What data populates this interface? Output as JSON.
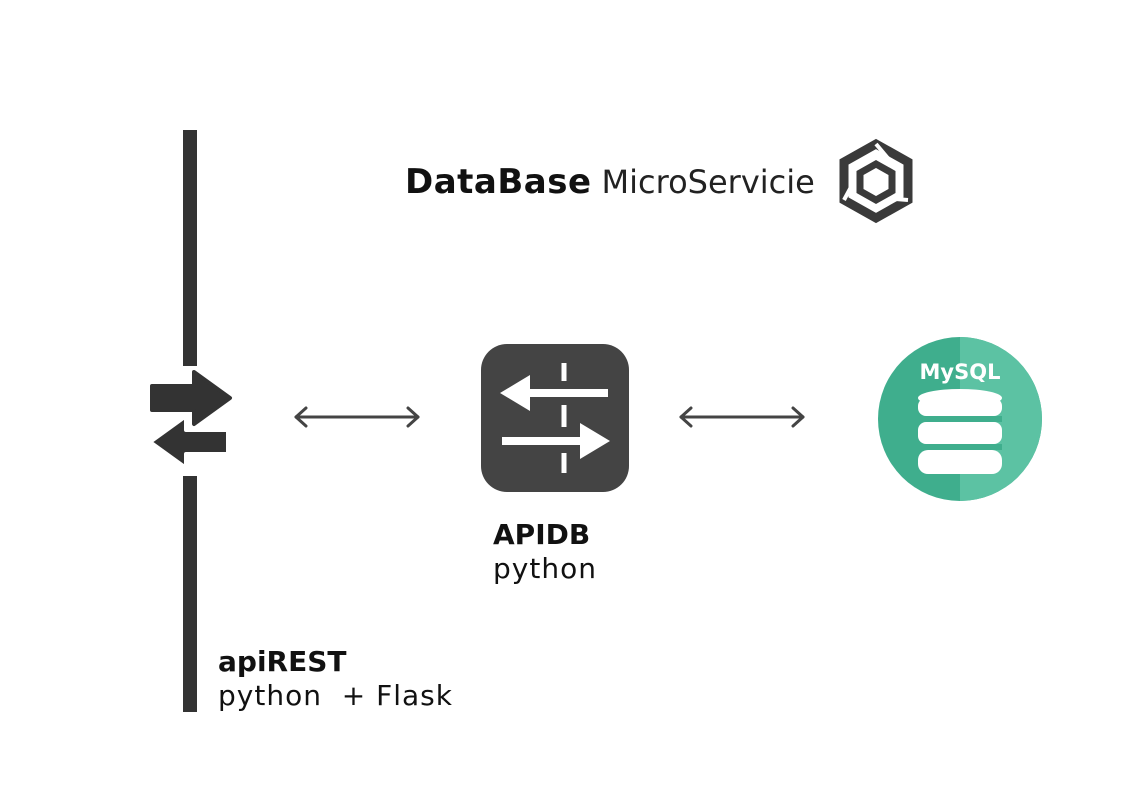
{
  "header": {
    "title_bold": "DataBase",
    "title_light": "MicroServicie"
  },
  "nodes": {
    "apirest": {
      "name": "apiREST",
      "tech": "python  + Flask"
    },
    "apidb": {
      "name": "APIDB",
      "tech": "python"
    },
    "database": {
      "name": "MySQL",
      "icon": "mysql-database-icon",
      "color": "#3fae8d"
    }
  },
  "icons": {
    "logo": "microservice-hexagon-logo-icon",
    "gateway": "exchange-arrows-icon",
    "apidb": "transfer-arrows-icon",
    "connector": "double-headed-arrow-icon"
  },
  "colors": {
    "dark": "#333333",
    "icon_bg": "#444444",
    "mysql_green": "#3fae8d",
    "mysql_light": "#5cc2a3"
  }
}
